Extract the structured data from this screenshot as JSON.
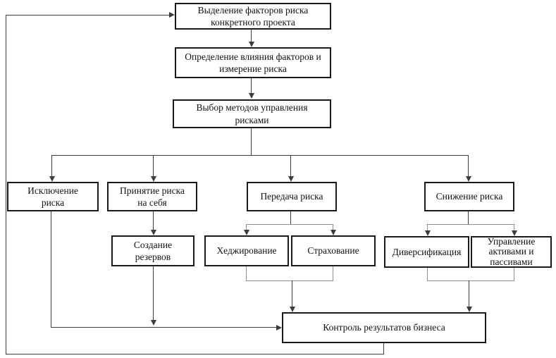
{
  "colors": {
    "background": "#ffffff",
    "box_border": "#1a1a1a",
    "connector": "#3c3c3c",
    "connector_light": "#8f8f8f",
    "text": "#111111"
  },
  "nodes": {
    "identify": {
      "label": "Выделение факторов риска\nконкретного проекта"
    },
    "assess": {
      "label": "Определение влияния факторов и\nизмерение риска"
    },
    "choose": {
      "label": "Выбор методов управления\nрисками"
    },
    "exclusion": {
      "label": "Исключение\nриска"
    },
    "acceptance": {
      "label": "Принятие риска\nна себя"
    },
    "transfer": {
      "label": "Передача риска"
    },
    "reduction": {
      "label": "Снижение риска"
    },
    "reserves": {
      "label": "Создание\nрезервов"
    },
    "hedging": {
      "label": "Хеджирование"
    },
    "insurance": {
      "label": "Страхование"
    },
    "diversification": {
      "label": "Диверсификация"
    },
    "asset_liability": {
      "label": "Управление\nактивами и\nпассивами"
    },
    "control": {
      "label": "Контроль результатов бизнеса"
    }
  }
}
